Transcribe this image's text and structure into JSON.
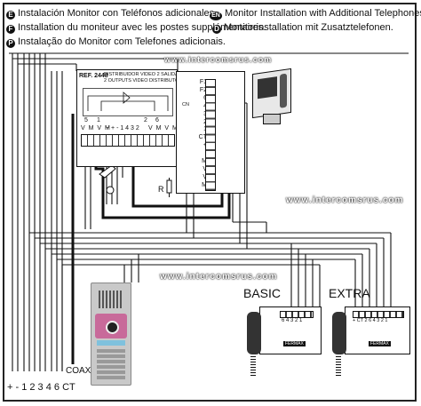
{
  "captions": {
    "es": {
      "code": "E",
      "text": "Instalación Monitor con Teléfonos adicionales."
    },
    "en": {
      "code": "EN",
      "text": "Monitor Installation with Additional Telephones."
    },
    "fr": {
      "code": "F",
      "text": "Installation du moniteur avec les postes supplémentaires."
    },
    "de": {
      "code": "D",
      "text": "Monitorinstallation mit Zusatztelefonen."
    },
    "pt": {
      "code": "P",
      "text": "Instalação do Monitor com Telefones adicionais."
    }
  },
  "distributor": {
    "ref": "REF. 2448",
    "title_es": "DISTRIBUIDOR VIDEO 2 SALIDAS",
    "title_en": "2 OUTPUTS VIDEO DISTRIBUTOR",
    "left_terminals": "V M V M",
    "mid_terminals": "~ + - 1 4 3 2",
    "right_terminals": "V M V M",
    "num_5": "5",
    "num_1": "1",
    "num_6": "6",
    "num_2": "2"
  },
  "monitor_terminals": [
    "F1",
    "F2",
    "6",
    "4",
    "3",
    "2",
    "1",
    "CT",
    "+",
    "-",
    "M",
    "V",
    "V",
    "M"
  ],
  "monitor_side_label": "CN",
  "resistor_label": "R",
  "phones": {
    "basic": {
      "title": "BASIC",
      "terminals": "6 4 3 2 1",
      "brand": "FERMAX"
    },
    "extra": {
      "title": "EXTRA",
      "terminals": "+ CT 2 6 4 3 2 1",
      "brand": "FERMAX"
    }
  },
  "bottom": {
    "power_label": "+ - 1 2 3 4 6 CT",
    "coax_label": "COAX"
  },
  "watermark": "www.intercomsrus.com",
  "colors": {
    "line": "#111111",
    "panel_grey": "#cccccc",
    "panel_pink": "#c86a9a",
    "lcd_blue": "#7fc1dd"
  }
}
